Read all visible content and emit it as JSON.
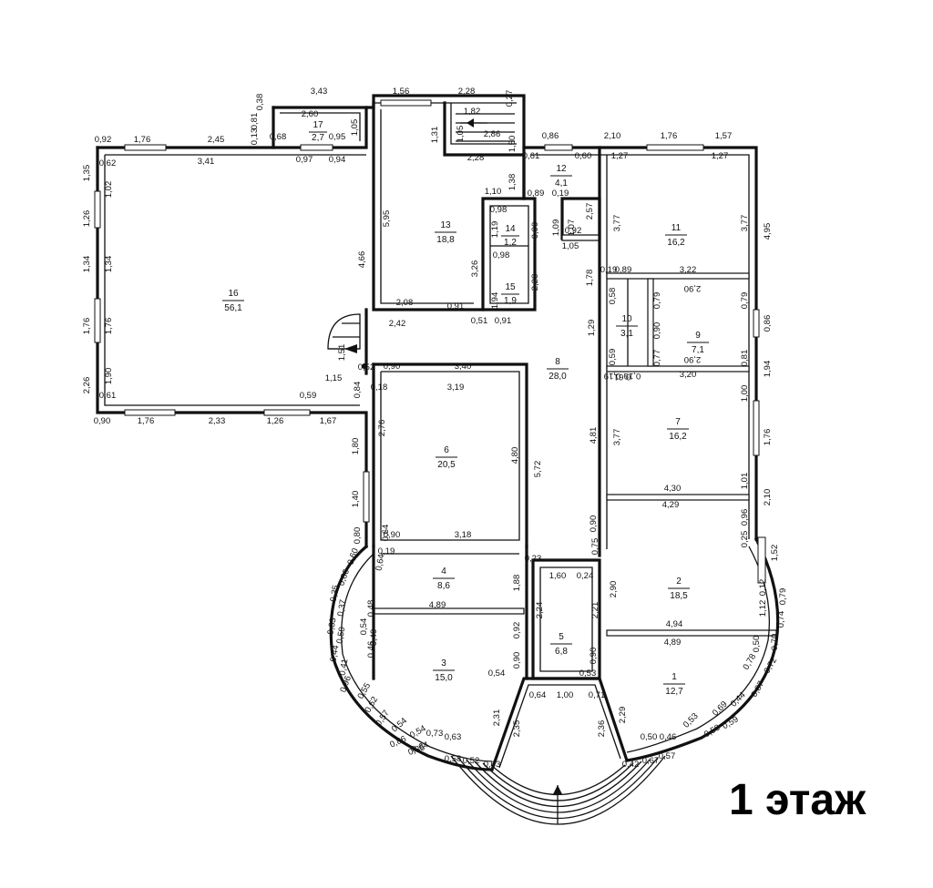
{
  "floor_label": "1 этаж",
  "rooms": [
    {
      "num": "1",
      "area": "12,7"
    },
    {
      "num": "2",
      "area": "18,5"
    },
    {
      "num": "3",
      "area": "15,0"
    },
    {
      "num": "4",
      "area": "8,6"
    },
    {
      "num": "5",
      "area": "6,8"
    },
    {
      "num": "6",
      "area": "20,5"
    },
    {
      "num": "7",
      "area": "16,2"
    },
    {
      "num": "8",
      "area": "28,0"
    },
    {
      "num": "9",
      "area": "7,1"
    },
    {
      "num": "10",
      "area": "3,1"
    },
    {
      "num": "11",
      "area": "16,2"
    },
    {
      "num": "12",
      "area": "4,1"
    },
    {
      "num": "13",
      "area": "18,8"
    },
    {
      "num": "14",
      "area": "1,2"
    },
    {
      "num": "15",
      "area": "1,9"
    },
    {
      "num": "16",
      "area": "56,1"
    },
    {
      "num": "17",
      "area": "2,7"
    }
  ],
  "dimensions": [
    "3,43",
    "1,56",
    "2,28",
    "0,27",
    "0,38",
    "2,60",
    "0,81",
    "0,13",
    "0,68",
    "0,95",
    "1,05",
    "1,31",
    "1,82",
    "1,05",
    "2,86",
    "0,92",
    "1,76",
    "2,45",
    "0,62",
    "3,41",
    "0,97",
    "0,94",
    "1,35",
    "1,02",
    "1,26",
    "1,34",
    "1,34",
    "1,76",
    "1,76",
    "2,26",
    "1,90",
    "0,61",
    "0,59",
    "0,90",
    "1,76",
    "2,33",
    "1,26",
    "1,67",
    "5,95",
    "4,66",
    "2,28",
    "1,38",
    "1,50",
    "1,10",
    "0,61",
    "0,60",
    "0,86",
    "2,10",
    "1,76",
    "1,57",
    "1,27",
    "1,27",
    "0,98",
    "0,89",
    "0,19",
    "2,57",
    "1,19",
    "0,90",
    "1,09",
    "1,07",
    "0,92",
    "1,05",
    "0,98",
    "3,77",
    "3,77",
    "4,95",
    "3,26",
    "1,94",
    "2,28",
    "1,78",
    "2,08",
    "0,91",
    "2,42",
    "0,51",
    "0,91",
    "0,19",
    "0,89",
    "3,22",
    "0,58",
    "0,79",
    "2,90",
    "0,79",
    "1,29",
    "0,59",
    "0,90",
    "0,77",
    "0,86",
    "0,81",
    "2,90",
    "1,51",
    "1,15",
    "0,52",
    "0,84",
    "0,90",
    "3,40",
    "0,18",
    "3,19",
    "0,19",
    "0,61",
    "0,19",
    "3,20",
    "1,94",
    "1,00",
    "2,76",
    "1,80",
    "4,80",
    "5,72",
    "4,81",
    "3,77",
    "1,76",
    "1,01",
    "1,40",
    "4,30",
    "4,29",
    "2,10",
    "0,96",
    "0,64",
    "0,90",
    "3,18",
    "0,80",
    "0,90",
    "0,75",
    "0,25",
    "1,52",
    "0,60",
    "0,19",
    "0,64",
    "0,23",
    "1,60",
    "0,24",
    "0,86",
    "1,88",
    "2,24",
    "2,21",
    "2,90",
    "0,12",
    "0,79",
    "0,35",
    "0,37",
    "0,48",
    "4,89",
    "1,12",
    "0,74",
    "0,33",
    "0,50",
    "0,54",
    "0,46",
    "0,40",
    "0,92",
    "4,94",
    "4,89",
    "0,50",
    "0,70",
    "0,44",
    "0,41",
    "0,90",
    "0,90",
    "0,78",
    "0,72",
    "0,54",
    "0,53",
    "0,96",
    "0,55",
    "0,64",
    "1,00",
    "0,71",
    "0,53",
    "0,69",
    "0,44",
    "0,87",
    "0,59",
    "0,59",
    "0,62",
    "0,57",
    "0,54",
    "2,31",
    "2,35",
    "2,36",
    "2,29",
    "0,50",
    "0,46",
    "0,54",
    "0,73",
    "0,63",
    "0,86",
    "0,64",
    "0,86",
    "0,58",
    "0,52",
    "0,63",
    "0,42",
    "0,67",
    "0,57"
  ]
}
